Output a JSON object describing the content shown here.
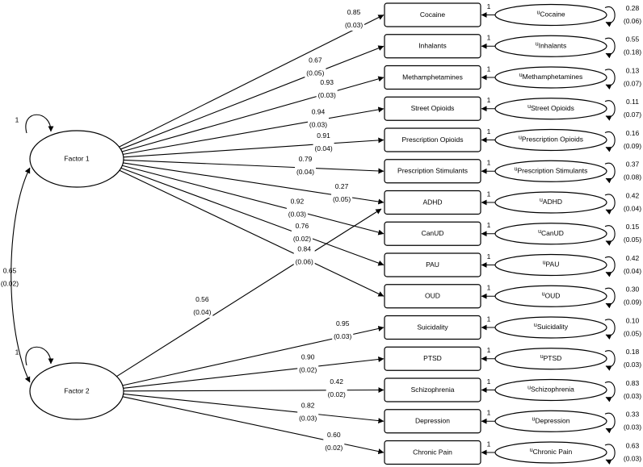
{
  "factors": [
    {
      "name": "Factor 1",
      "variance": "1"
    },
    {
      "name": "Factor 2",
      "variance": "1"
    }
  ],
  "factor_covariance": {
    "est": "0.65",
    "se": "(0.02)"
  },
  "indicators": [
    {
      "name": "Cocaine",
      "resid_name": "Cocaine",
      "resid_var": "0.28",
      "resid_se": "(0.06)"
    },
    {
      "name": "Inhalants",
      "resid_name": "Inhalants",
      "resid_var": "0.55",
      "resid_se": "(0.18)"
    },
    {
      "name": "Methamphetamines",
      "resid_name": "Methamphetamines",
      "resid_var": "0.13",
      "resid_se": "(0.07)"
    },
    {
      "name": "Street Opioids",
      "resid_name": "Street Opioids",
      "resid_var": "0.11",
      "resid_se": "(0.07)"
    },
    {
      "name": "Prescription Opioids",
      "resid_name": "Prescription Opioids",
      "resid_var": "0.16",
      "resid_se": "(0.09)"
    },
    {
      "name": "Prescription Stimulants",
      "resid_name": "Prescription Stimulants",
      "resid_var": "0.37",
      "resid_se": "(0.08)"
    },
    {
      "name": "ADHD",
      "resid_name": "ADHD",
      "resid_var": "0.42",
      "resid_se": "(0.04)"
    },
    {
      "name": "CanUD",
      "resid_name": "CanUD",
      "resid_var": "0.15",
      "resid_se": "(0.05)"
    },
    {
      "name": "PAU",
      "resid_name": "PAU",
      "resid_var": "0.42",
      "resid_se": "(0.04)"
    },
    {
      "name": "OUD",
      "resid_name": "OUD",
      "resid_var": "0.30",
      "resid_se": "(0.09)"
    },
    {
      "name": "Suicidality",
      "resid_name": "Suicidality",
      "resid_var": "0.10",
      "resid_se": "(0.05)"
    },
    {
      "name": "PTSD",
      "resid_name": "PTSD",
      "resid_var": "0.18",
      "resid_se": "(0.03)"
    },
    {
      "name": "Schizophrenia",
      "resid_name": "Schizophrenia",
      "resid_var": "0.83",
      "resid_se": "(0.03)"
    },
    {
      "name": "Depression",
      "resid_name": "Depression",
      "resid_var": "0.33",
      "resid_se": "(0.03)"
    },
    {
      "name": "Chronic Pain",
      "resid_name": "Chronic Pain",
      "resid_var": "0.63",
      "resid_se": "(0.03)"
    }
  ],
  "residual_prefix": "u",
  "residual_loading": "1",
  "loadings": [
    {
      "factor": 0,
      "indicator": 0,
      "est": "0.85",
      "se": "(0.03)"
    },
    {
      "factor": 0,
      "indicator": 1,
      "est": "0.67",
      "se": "(0.05)"
    },
    {
      "factor": 0,
      "indicator": 2,
      "est": "0.93",
      "se": "(0.03)"
    },
    {
      "factor": 0,
      "indicator": 3,
      "est": "0.94",
      "se": "(0.03)"
    },
    {
      "factor": 0,
      "indicator": 4,
      "est": "0.91",
      "se": "(0.04)"
    },
    {
      "factor": 0,
      "indicator": 5,
      "est": "0.79",
      "se": "(0.04)"
    },
    {
      "factor": 0,
      "indicator": 6,
      "est": "0.27",
      "se": "(0.05)"
    },
    {
      "factor": 0,
      "indicator": 7,
      "est": "0.92",
      "se": "(0.03)"
    },
    {
      "factor": 0,
      "indicator": 8,
      "est": "0.76",
      "se": "(0.02)"
    },
    {
      "factor": 0,
      "indicator": 9,
      "est": "0.84",
      "se": "(0.06)"
    },
    {
      "factor": 1,
      "indicator": 6,
      "est": "0.56",
      "se": "(0.04)"
    },
    {
      "factor": 1,
      "indicator": 10,
      "est": "0.95",
      "se": "(0.03)"
    },
    {
      "factor": 1,
      "indicator": 11,
      "est": "0.90",
      "se": "(0.02)"
    },
    {
      "factor": 1,
      "indicator": 12,
      "est": "0.42",
      "se": "(0.02)"
    },
    {
      "factor": 1,
      "indicator": 13,
      "est": "0.82",
      "se": "(0.03)"
    },
    {
      "factor": 1,
      "indicator": 14,
      "est": "0.60",
      "se": "(0.02)"
    }
  ]
}
